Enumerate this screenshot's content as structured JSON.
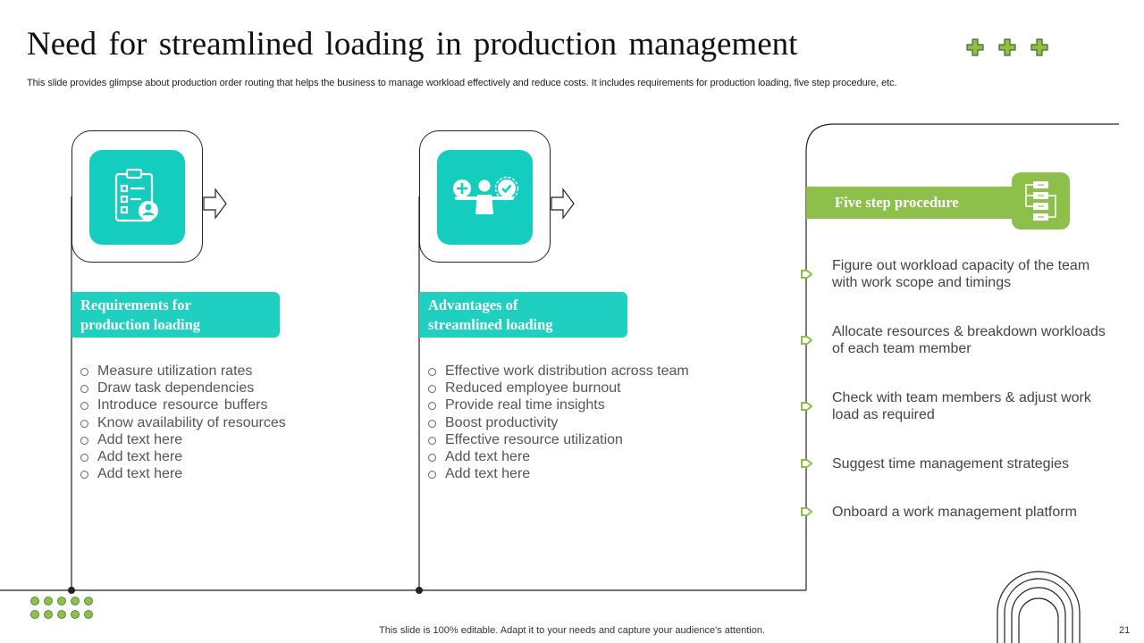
{
  "slide": {
    "title": "Need for streamlined loading in production management",
    "subtitle": "This slide provides glimpse about production order routing that helps the business to manage workload effectively and reduce costs. It includes requirements for production loading, five step procedure, etc.",
    "footer": "This slide is 100% editable. Adapt it to your needs and capture your audience's attention.",
    "page_number": "21"
  },
  "columns": [
    {
      "label_line1": "Requirements for",
      "label_line2": "production loading",
      "icon": "clipboard-user-icon",
      "items": [
        "Measure utilization rates",
        "Draw task dependencies",
        "Introduce  resource buffers",
        "Know availability of resources",
        "Add text here",
        "Add text here",
        "Add text here"
      ]
    },
    {
      "label_line1": "Advantages of",
      "label_line2": "streamlined loading",
      "icon": "balance-person-icon",
      "items": [
        "Effective work distribution across team",
        "Reduced employee burnout",
        "Provide real time insights",
        "Boost productivity",
        "Effective resource utilization",
        "Add text here",
        "Add text here"
      ]
    }
  ],
  "procedure": {
    "title": "Five step procedure",
    "icon": "flowchart-icon",
    "steps": [
      "Figure out workload capacity of the team with work scope and timings",
      "Allocate resources & breakdown workloads of each team member",
      "Check with team members & adjust work load as required",
      "Suggest time management strategies",
      "Onboard a work management platform"
    ]
  },
  "colors": {
    "teal": "#15cdbe",
    "green": "#8cc04b",
    "text": "#404040"
  }
}
